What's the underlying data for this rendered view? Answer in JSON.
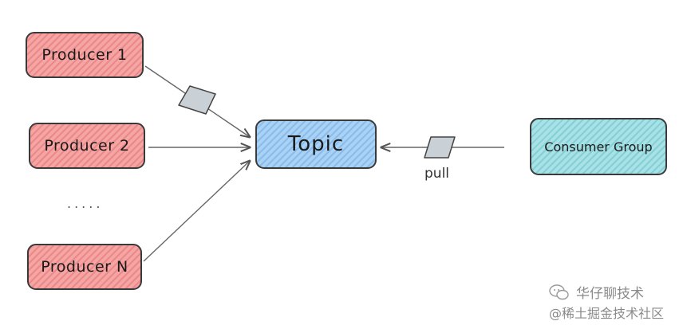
{
  "diagram": {
    "producers": [
      {
        "label": "Producer 1"
      },
      {
        "label": "Producer 2"
      },
      {
        "label": "Producer N"
      }
    ],
    "ellipsis": ".....",
    "topic": {
      "label": "Topic"
    },
    "consumer_group": {
      "label": "Consumer Group"
    },
    "pull_label": "pull",
    "colors": {
      "producer_fill": "#f6a5a5",
      "topic_fill": "#a9d2f5",
      "consumer_fill": "#a8e2e6",
      "message_fill": "#c9d0d6",
      "stroke": "#3a3a3a"
    }
  },
  "watermark": {
    "line1": "华仔聊技术",
    "line2": "@稀土掘金技术社区",
    "icon": "wechat-logo-icon"
  }
}
